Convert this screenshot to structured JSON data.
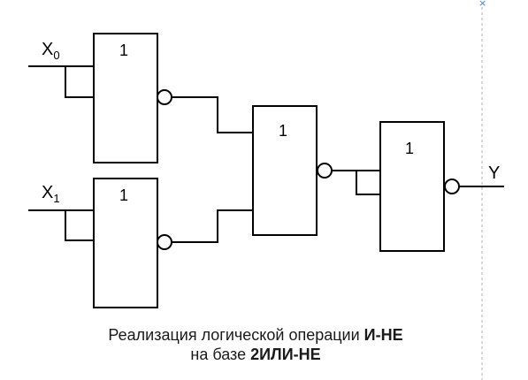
{
  "inputs": [
    {
      "letter": "X",
      "index": "0"
    },
    {
      "letter": "X",
      "index": "1"
    }
  ],
  "output": {
    "label": "Y"
  },
  "gates": [
    {
      "symbol": "1"
    },
    {
      "symbol": "1"
    },
    {
      "symbol": "1"
    },
    {
      "symbol": "1"
    }
  ],
  "caption": {
    "line1_text": "Реализация логической операции ",
    "line1_bold": "И-НЕ",
    "line2_text": "на базе ",
    "line2_bold": "2ИЛИ-НЕ"
  },
  "guide": {
    "marker": "×"
  }
}
